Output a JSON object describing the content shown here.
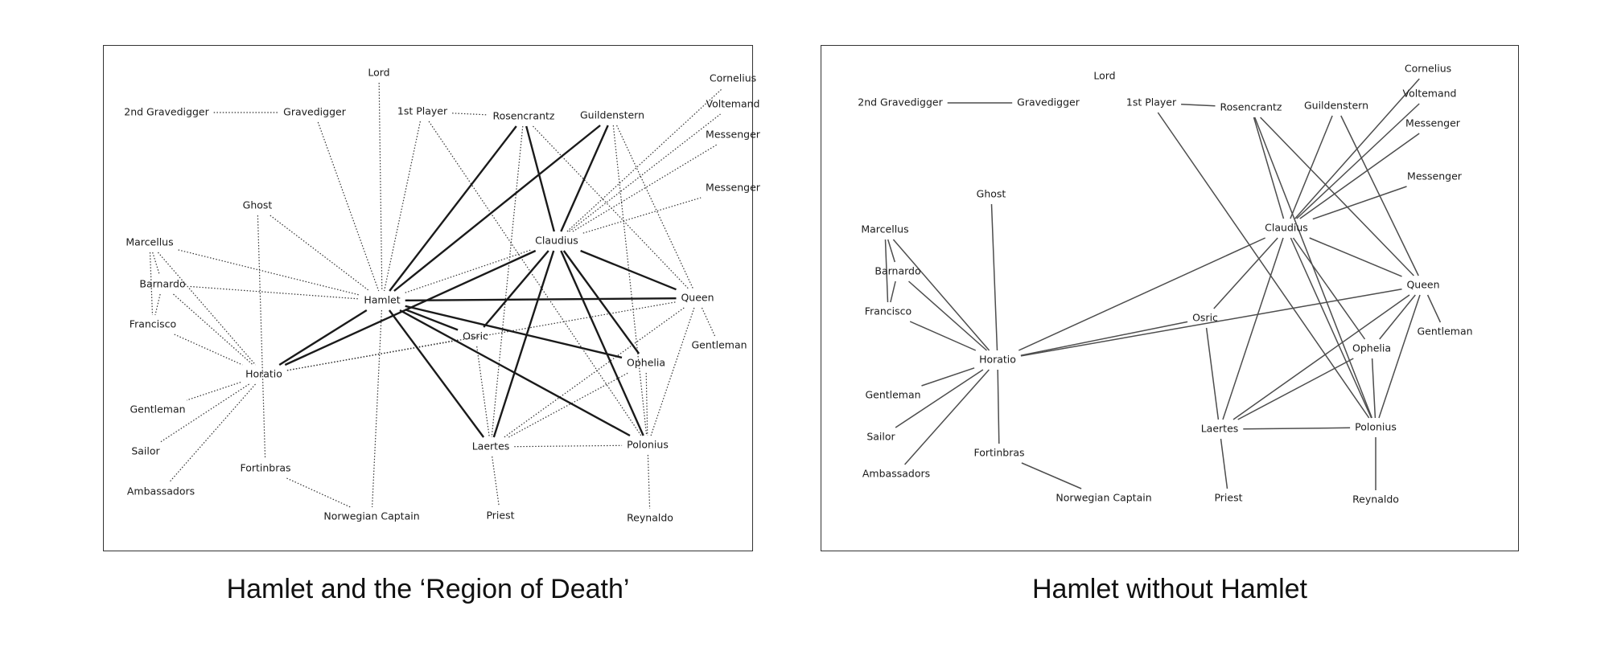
{
  "captions": {
    "left": "Hamlet and the ‘Region of Death’",
    "right": "Hamlet without Hamlet"
  },
  "left_graph": {
    "nodes": [
      {
        "id": "Lord",
        "label": "Lord"
      },
      {
        "id": "2nd Gravedigger",
        "label": "2nd Gravedigger"
      },
      {
        "id": "Gravedigger",
        "label": "Gravedigger"
      },
      {
        "id": "1st Player",
        "label": "1st Player"
      },
      {
        "id": "Rosencrantz",
        "label": "Rosencrantz"
      },
      {
        "id": "Guildenstern",
        "label": "Guildenstern"
      },
      {
        "id": "Cornelius",
        "label": "Cornelius"
      },
      {
        "id": "Voltemand",
        "label": "Voltemand"
      },
      {
        "id": "Messenger1",
        "label": "Messenger"
      },
      {
        "id": "Messenger2",
        "label": "Messenger"
      },
      {
        "id": "Ghost",
        "label": "Ghost"
      },
      {
        "id": "Claudius",
        "label": "Claudius"
      },
      {
        "id": "Marcellus",
        "label": "Marcellus"
      },
      {
        "id": "Barnardo",
        "label": "Barnardo"
      },
      {
        "id": "Hamlet",
        "label": "Hamlet"
      },
      {
        "id": "Queen",
        "label": "Queen"
      },
      {
        "id": "Francisco",
        "label": "Francisco"
      },
      {
        "id": "Osric",
        "label": "Osric"
      },
      {
        "id": "Gentleman2",
        "label": "Gentleman"
      },
      {
        "id": "Ophelia",
        "label": "Ophelia"
      },
      {
        "id": "Horatio",
        "label": "Horatio"
      },
      {
        "id": "Gentleman1",
        "label": "Gentleman"
      },
      {
        "id": "Sailor",
        "label": "Sailor"
      },
      {
        "id": "Laertes",
        "label": "Laertes"
      },
      {
        "id": "Polonius",
        "label": "Polonius"
      },
      {
        "id": "Fortinbras",
        "label": "Fortinbras"
      },
      {
        "id": "Ambassadors",
        "label": "Ambassadors"
      },
      {
        "id": "Norwegian Captain",
        "label": "Norwegian Captain"
      },
      {
        "id": "Priest",
        "label": "Priest"
      },
      {
        "id": "Reynaldo",
        "label": "Reynaldo"
      }
    ],
    "edges": [
      {
        "from": "2nd Gravedigger",
        "to": "Gravedigger",
        "style": "dotted"
      },
      {
        "from": "1st Player",
        "to": "Rosencrantz",
        "style": "dotted"
      },
      {
        "from": "Lord",
        "to": "Hamlet",
        "style": "dotted"
      },
      {
        "from": "Gravedigger",
        "to": "Hamlet",
        "style": "dotted"
      },
      {
        "from": "1st Player",
        "to": "Hamlet",
        "style": "dotted"
      },
      {
        "from": "1st Player",
        "to": "Polonius",
        "style": "dotted"
      },
      {
        "from": "Marcellus",
        "to": "Hamlet",
        "style": "dotted"
      },
      {
        "from": "Barnardo",
        "to": "Hamlet",
        "style": "dotted"
      },
      {
        "from": "Ghost",
        "to": "Hamlet",
        "style": "dotted"
      },
      {
        "from": "Ghost",
        "to": "Fortinbras",
        "style": "dotted"
      },
      {
        "from": "Marcellus",
        "to": "Barnardo",
        "style": "dotted"
      },
      {
        "from": "Barnardo",
        "to": "Francisco",
        "style": "dotted"
      },
      {
        "from": "Marcellus",
        "to": "Francisco",
        "style": "dotted"
      },
      {
        "from": "Marcellus",
        "to": "Horatio",
        "style": "dotted"
      },
      {
        "from": "Barnardo",
        "to": "Horatio",
        "style": "dotted"
      },
      {
        "from": "Francisco",
        "to": "Horatio",
        "style": "dotted"
      },
      {
        "from": "Horatio",
        "to": "Gentleman1",
        "style": "dotted"
      },
      {
        "from": "Horatio",
        "to": "Sailor",
        "style": "dotted"
      },
      {
        "from": "Horatio",
        "to": "Ambassadors",
        "style": "dotted"
      },
      {
        "from": "Fortinbras",
        "to": "Norwegian Captain",
        "style": "dotted"
      },
      {
        "from": "Hamlet",
        "to": "Norwegian Captain",
        "style": "dotted"
      },
      {
        "from": "Horatio",
        "to": "Queen",
        "style": "dotted"
      },
      {
        "from": "Horatio",
        "to": "Osric",
        "style": "dotted"
      },
      {
        "from": "Osric",
        "to": "Laertes",
        "style": "dotted"
      },
      {
        "from": "Claudius",
        "to": "Hamlet",
        "style": "dotted"
      },
      {
        "from": "Claudius",
        "to": "Cornelius",
        "style": "dotted"
      },
      {
        "from": "Claudius",
        "to": "Voltemand",
        "style": "dotted"
      },
      {
        "from": "Claudius",
        "to": "Messenger1",
        "style": "dotted"
      },
      {
        "from": "Claudius",
        "to": "Messenger2",
        "style": "dotted"
      },
      {
        "from": "Rosencrantz",
        "to": "Laertes",
        "style": "dotted"
      },
      {
        "from": "Rosencrantz",
        "to": "Queen",
        "style": "dotted"
      },
      {
        "from": "Guildenstern",
        "to": "Queen",
        "style": "dotted"
      },
      {
        "from": "Guildenstern",
        "to": "Polonius",
        "style": "dotted"
      },
      {
        "from": "Queen",
        "to": "Gentleman2",
        "style": "dotted"
      },
      {
        "from": "Queen",
        "to": "Laertes",
        "style": "dotted"
      },
      {
        "from": "Queen",
        "to": "Polonius",
        "style": "dotted"
      },
      {
        "from": "Laertes",
        "to": "Polonius",
        "style": "dotted"
      },
      {
        "from": "Laertes",
        "to": "Priest",
        "style": "dotted"
      },
      {
        "from": "Laertes",
        "to": "Ophelia",
        "style": "dotted"
      },
      {
        "from": "Ophelia",
        "to": "Polonius",
        "style": "dotted"
      },
      {
        "from": "Polonius",
        "to": "Reynaldo",
        "style": "dotted"
      },
      {
        "from": "Rosencrantz",
        "to": "Hamlet",
        "style": "thick"
      },
      {
        "from": "Guildenstern",
        "to": "Hamlet",
        "style": "thick"
      },
      {
        "from": "Rosencrantz",
        "to": "Claudius",
        "style": "thick"
      },
      {
        "from": "Guildenstern",
        "to": "Claudius",
        "style": "thick"
      },
      {
        "from": "Hamlet",
        "to": "Queen",
        "style": "thick"
      },
      {
        "from": "Hamlet",
        "to": "Horatio",
        "style": "thick"
      },
      {
        "from": "Hamlet",
        "to": "Osric",
        "style": "thick"
      },
      {
        "from": "Hamlet",
        "to": "Ophelia",
        "style": "thick"
      },
      {
        "from": "Hamlet",
        "to": "Laertes",
        "style": "thick"
      },
      {
        "from": "Hamlet",
        "to": "Polonius",
        "style": "thick"
      },
      {
        "from": "Claudius",
        "to": "Queen",
        "style": "thick"
      },
      {
        "from": "Claudius",
        "to": "Horatio",
        "style": "thick"
      },
      {
        "from": "Claudius",
        "to": "Osric",
        "style": "thick"
      },
      {
        "from": "Claudius",
        "to": "Laertes",
        "style": "thick"
      },
      {
        "from": "Claudius",
        "to": "Ophelia",
        "style": "thick"
      },
      {
        "from": "Claudius",
        "to": "Polonius",
        "style": "thick"
      }
    ]
  },
  "right_graph": {
    "nodes": [
      {
        "id": "Lord",
        "label": "Lord"
      },
      {
        "id": "2nd Gravedigger",
        "label": "2nd Gravedigger"
      },
      {
        "id": "Gravedigger",
        "label": "Gravedigger"
      },
      {
        "id": "1st Player",
        "label": "1st Player"
      },
      {
        "id": "Rosencrantz",
        "label": "Rosencrantz"
      },
      {
        "id": "Guildenstern",
        "label": "Guildenstern"
      },
      {
        "id": "Cornelius",
        "label": "Cornelius"
      },
      {
        "id": "Voltemand",
        "label": "Voltemand"
      },
      {
        "id": "Messenger1",
        "label": "Messenger"
      },
      {
        "id": "Messenger2",
        "label": "Messenger"
      },
      {
        "id": "Ghost",
        "label": "Ghost"
      },
      {
        "id": "Claudius",
        "label": "Claudius"
      },
      {
        "id": "Marcellus",
        "label": "Marcellus"
      },
      {
        "id": "Barnardo",
        "label": "Barnardo"
      },
      {
        "id": "Queen",
        "label": "Queen"
      },
      {
        "id": "Francisco",
        "label": "Francisco"
      },
      {
        "id": "Osric",
        "label": "Osric"
      },
      {
        "id": "Gentleman2",
        "label": "Gentleman"
      },
      {
        "id": "Ophelia",
        "label": "Ophelia"
      },
      {
        "id": "Horatio",
        "label": "Horatio"
      },
      {
        "id": "Gentleman1",
        "label": "Gentleman"
      },
      {
        "id": "Sailor",
        "label": "Sailor"
      },
      {
        "id": "Laertes",
        "label": "Laertes"
      },
      {
        "id": "Polonius",
        "label": "Polonius"
      },
      {
        "id": "Fortinbras",
        "label": "Fortinbras"
      },
      {
        "id": "Ambassadors",
        "label": "Ambassadors"
      },
      {
        "id": "Norwegian Captain",
        "label": "Norwegian Captain"
      },
      {
        "id": "Priest",
        "label": "Priest"
      },
      {
        "id": "Reynaldo",
        "label": "Reynaldo"
      }
    ],
    "edges": [
      {
        "from": "2nd Gravedigger",
        "to": "Gravedigger"
      },
      {
        "from": "1st Player",
        "to": "Rosencrantz"
      },
      {
        "from": "1st Player",
        "to": "Polonius"
      },
      {
        "from": "Ghost",
        "to": "Horatio"
      },
      {
        "from": "Marcellus",
        "to": "Barnardo"
      },
      {
        "from": "Barnardo",
        "to": "Francisco"
      },
      {
        "from": "Marcellus",
        "to": "Francisco"
      },
      {
        "from": "Marcellus",
        "to": "Horatio"
      },
      {
        "from": "Barnardo",
        "to": "Horatio"
      },
      {
        "from": "Francisco",
        "to": "Horatio"
      },
      {
        "from": "Horatio",
        "to": "Gentleman1"
      },
      {
        "from": "Horatio",
        "to": "Sailor"
      },
      {
        "from": "Horatio",
        "to": "Ambassadors"
      },
      {
        "from": "Horatio",
        "to": "Fortinbras"
      },
      {
        "from": "Fortinbras",
        "to": "Norwegian Captain"
      },
      {
        "from": "Horatio",
        "to": "Claudius"
      },
      {
        "from": "Horatio",
        "to": "Osric"
      },
      {
        "from": "Horatio",
        "to": "Queen"
      },
      {
        "from": "Claudius",
        "to": "Cornelius"
      },
      {
        "from": "Claudius",
        "to": "Voltemand"
      },
      {
        "from": "Claudius",
        "to": "Messenger1"
      },
      {
        "from": "Claudius",
        "to": "Messenger2"
      },
      {
        "from": "Rosencrantz",
        "to": "Claudius"
      },
      {
        "from": "Guildenstern",
        "to": "Claudius"
      },
      {
        "from": "Rosencrantz",
        "to": "Queen"
      },
      {
        "from": "Guildenstern",
        "to": "Queen"
      },
      {
        "from": "Rosencrantz",
        "to": "Polonius"
      },
      {
        "from": "Claudius",
        "to": "Queen"
      },
      {
        "from": "Claudius",
        "to": "Osric"
      },
      {
        "from": "Claudius",
        "to": "Laertes"
      },
      {
        "from": "Claudius",
        "to": "Ophelia"
      },
      {
        "from": "Claudius",
        "to": "Polonius"
      },
      {
        "from": "Osric",
        "to": "Laertes"
      },
      {
        "from": "Queen",
        "to": "Gentleman2"
      },
      {
        "from": "Queen",
        "to": "Laertes"
      },
      {
        "from": "Queen",
        "to": "Ophelia"
      },
      {
        "from": "Queen",
        "to": "Polonius"
      },
      {
        "from": "Ophelia",
        "to": "Laertes"
      },
      {
        "from": "Ophelia",
        "to": "Polonius"
      },
      {
        "from": "Laertes",
        "to": "Polonius"
      },
      {
        "from": "Laertes",
        "to": "Priest"
      },
      {
        "from": "Polonius",
        "to": "Reynaldo"
      }
    ]
  }
}
